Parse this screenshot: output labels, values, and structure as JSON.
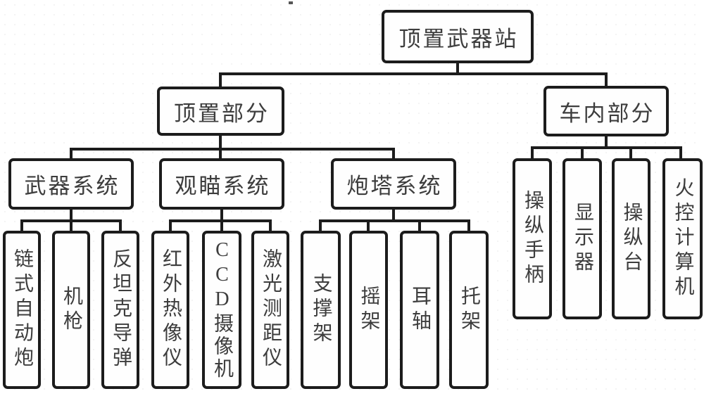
{
  "figure": {
    "root": "顶置武器站",
    "branches": {
      "top": "顶置部分",
      "vehicle": "车内部分"
    },
    "systems": {
      "weapon": "武器系统",
      "sight": "观瞄系统",
      "turret": "炮塔系统"
    },
    "weapon_children": [
      "链式自动炮",
      "机枪",
      "反坦克导弹"
    ],
    "sight_children": [
      "红外热像仪",
      "CCD摄像机",
      "激光测距仪"
    ],
    "turret_children": [
      "支撑架",
      "摇架",
      "耳轴",
      "托架"
    ],
    "vehicle_children": [
      "操纵手柄",
      "显示器",
      "操纵台",
      "火控计算机"
    ],
    "colors": {
      "line": "#1c1c1c",
      "text": "#3d3d3d",
      "background": "#ffffff"
    }
  }
}
